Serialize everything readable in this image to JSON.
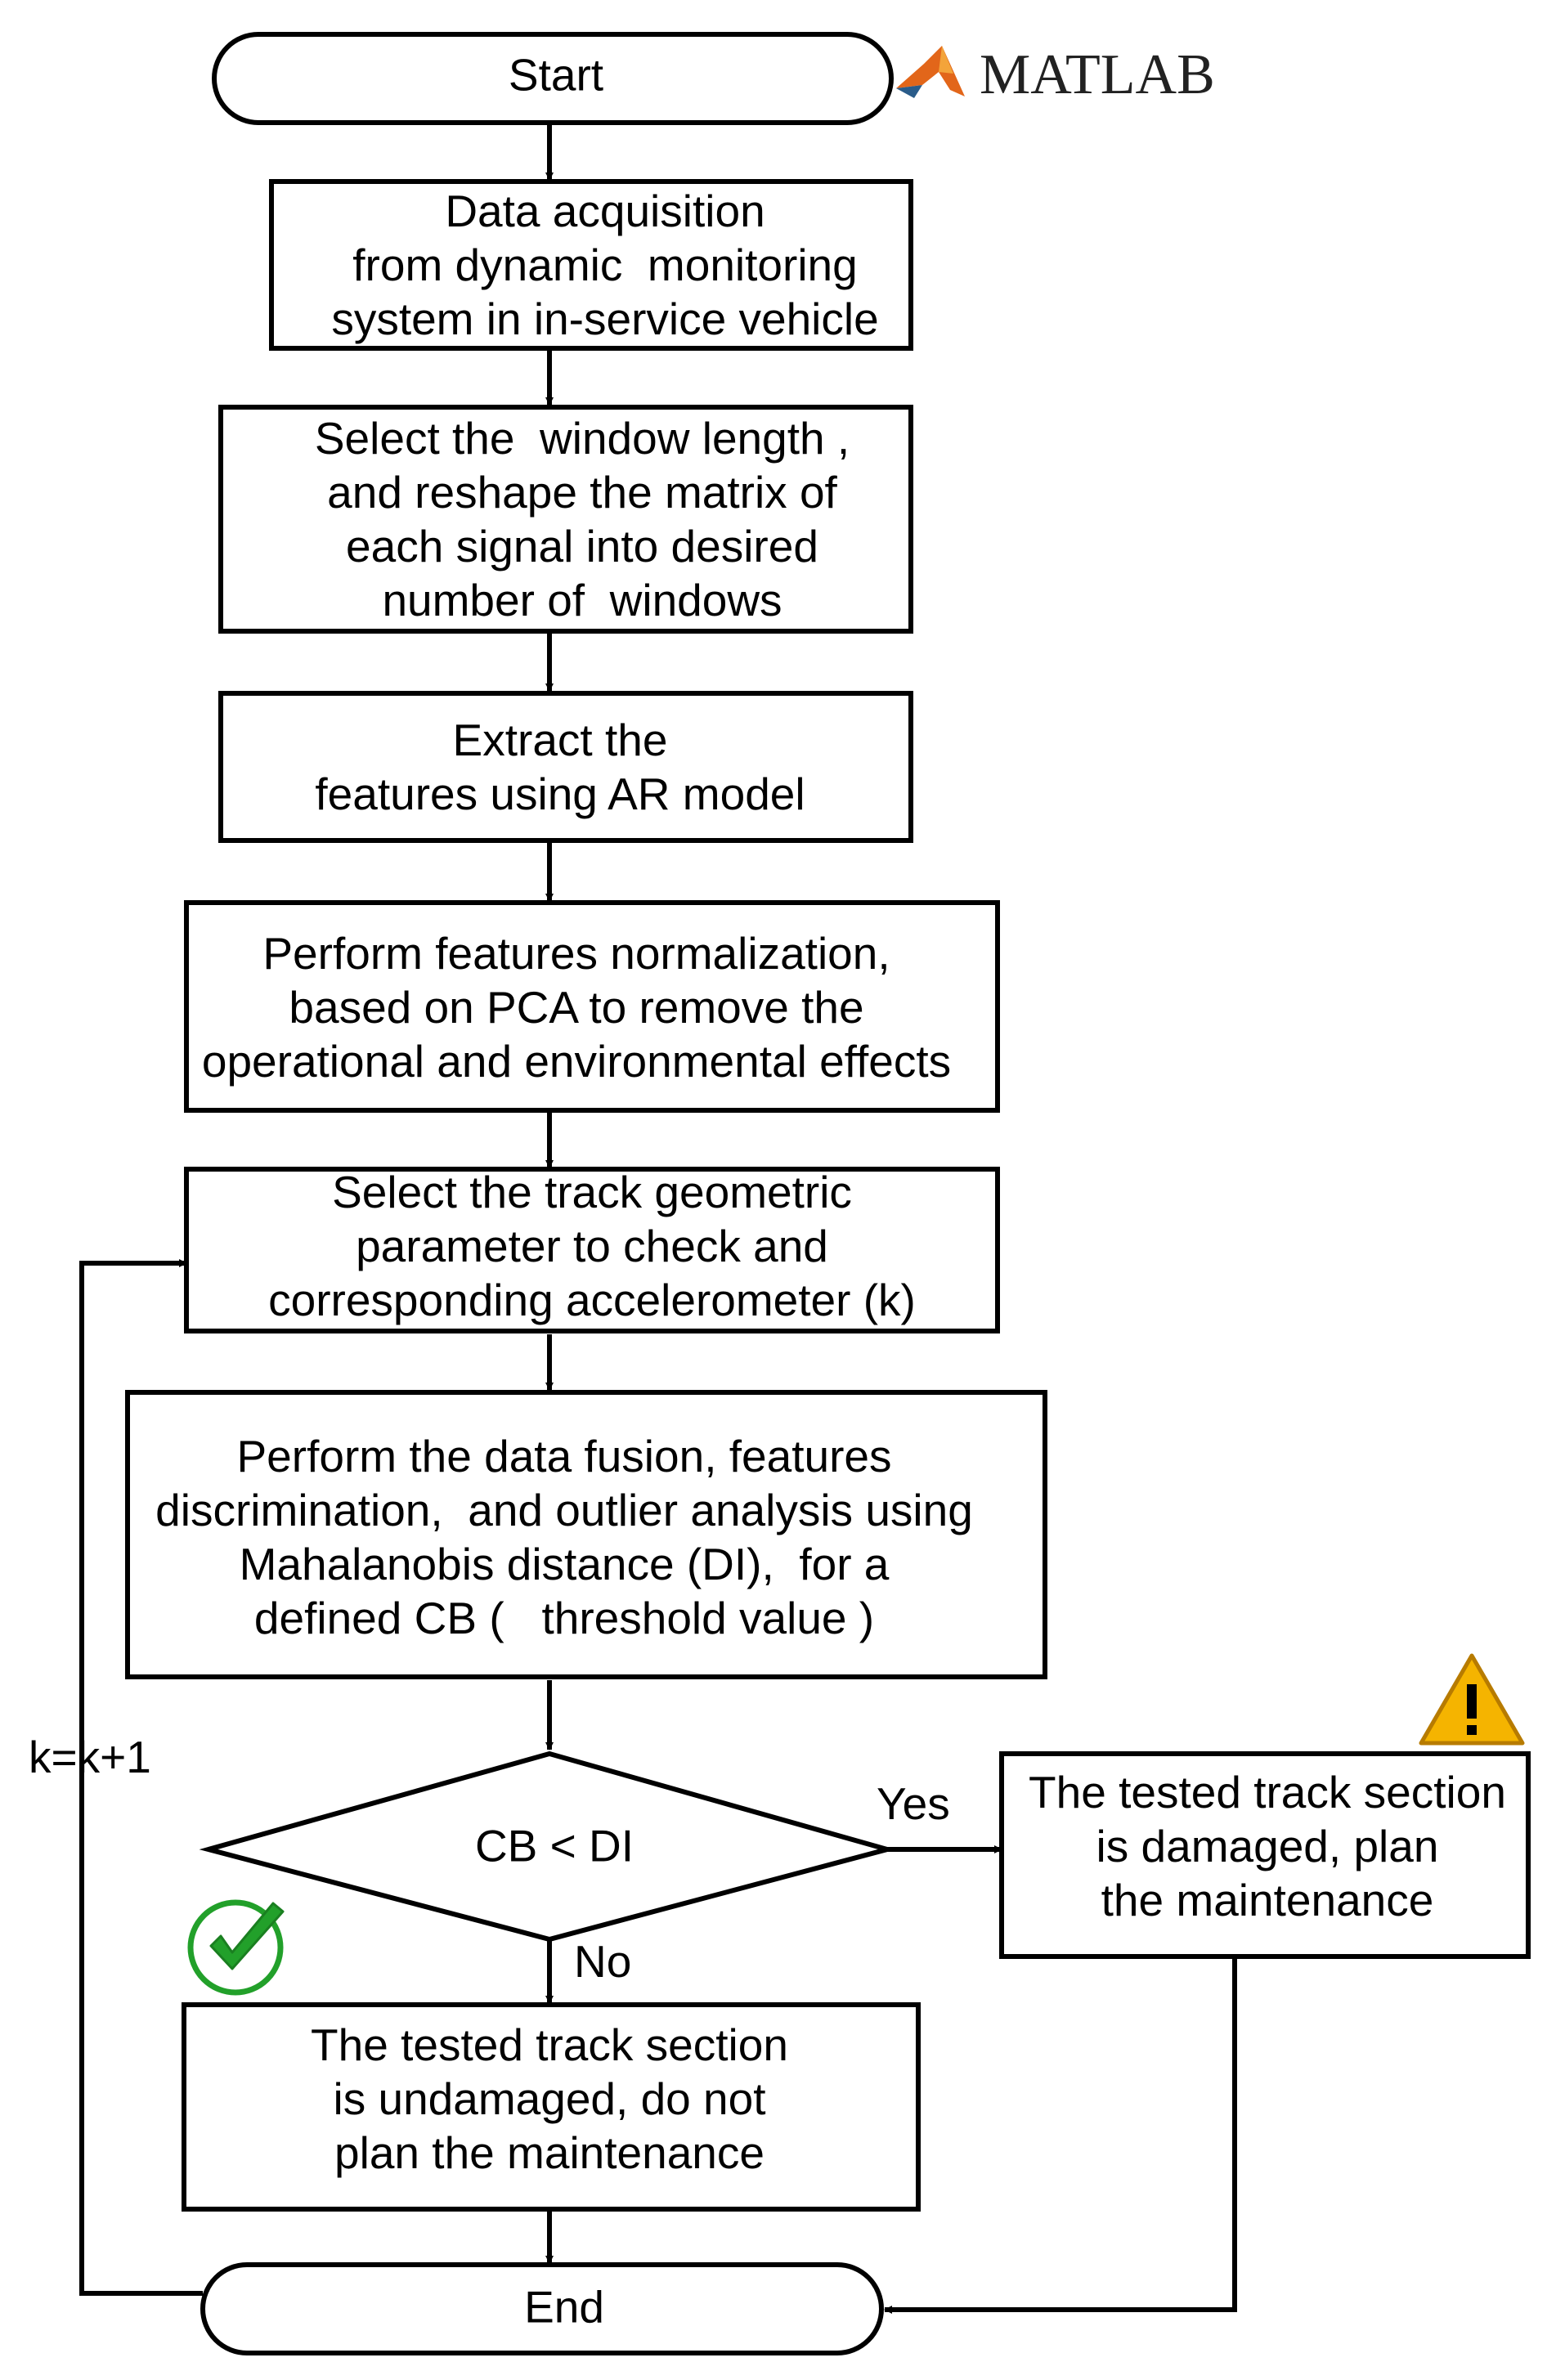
{
  "logo": {
    "text": "MATLAB",
    "icon": "matlab-logo-icon"
  },
  "nodes": {
    "start": {
      "lines": [
        "Start"
      ]
    },
    "acquisition": {
      "lines": [
        "Data acquisition",
        "from dynamic  monitoring",
        "system in in-service vehicle"
      ]
    },
    "window": {
      "lines": [
        "Select the  window length ,",
        "and reshape the matrix of",
        "each signal into desired",
        "number of  windows"
      ]
    },
    "extract": {
      "lines": [
        "Extract the",
        "features using AR model"
      ]
    },
    "normalize": {
      "lines": [
        "Perform features normalization,",
        "based on PCA to remove the",
        "operational and environmental effects"
      ]
    },
    "select_param": {
      "lines": [
        "Select the track geometric",
        "parameter to check and",
        "corresponding accelerometer (k)"
      ]
    },
    "fusion": {
      "lines": [
        "Perform the data fusion, features",
        "discrimination,  and outlier analysis using",
        "Mahalanobis distance (DI),  for a",
        "defined CB (   threshold value )"
      ]
    },
    "decision": {
      "lines": [
        "CB  <  DI"
      ]
    },
    "damaged": {
      "lines": [
        "The tested track section",
        "is damaged, plan",
        "the maintenance"
      ]
    },
    "undamaged": {
      "lines": [
        "The tested track section",
        "is undamaged, do not",
        "plan the maintenance"
      ]
    },
    "end": {
      "lines": [
        "End"
      ]
    }
  },
  "edges": {
    "yes_label": "Yes",
    "no_label": "No",
    "loop_label": "k=k+1"
  },
  "icons": {
    "warning": "warning-icon",
    "check": "check-mark-icon"
  },
  "colors": {
    "warning_fill": "#F5B400",
    "check_green": "#22A02A",
    "matlab_orange": "#E2661A",
    "matlab_blue": "#2A5C8A"
  }
}
